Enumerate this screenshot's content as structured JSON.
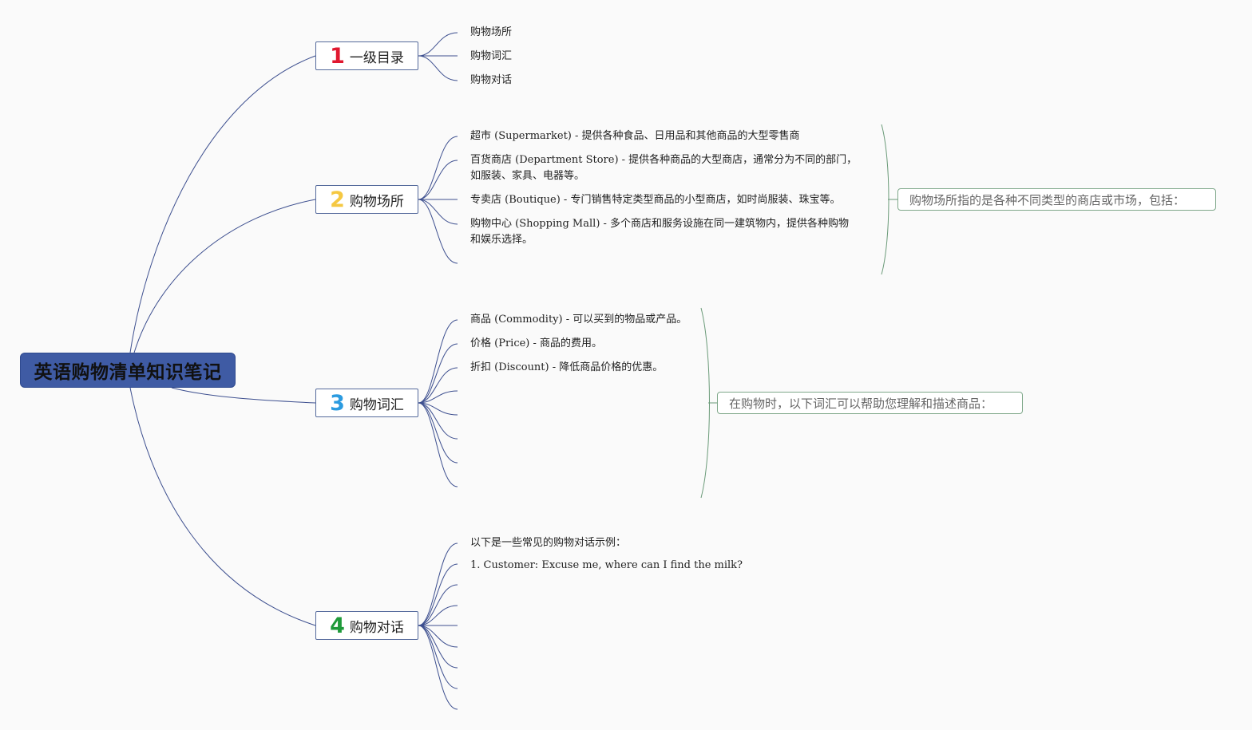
{
  "root": {
    "title": "英语购物清单知识笔记"
  },
  "colors": {
    "root_fill": "#3f5ba4",
    "wire": "#3d4f8f",
    "note_wire": "#6a9a78",
    "num1": "#e0182f",
    "num2": "#f5c842",
    "num3": "#2b9be0",
    "num4": "#1f9a3a"
  },
  "branches": [
    {
      "number": "1",
      "label": "一级目录",
      "leaves": [
        "购物场所",
        "购物词汇",
        "购物对话"
      ],
      "note": ""
    },
    {
      "number": "2",
      "label": "购物场所",
      "leaves": [
        "超市 (Supermarket) - 提供各种食品、日用品和其他商品的大型零售商",
        "百货商店 (Department Store) - 提供各种商品的大型商店，通常分为不同的部门，",
        "如服装、家具、电器等。",
        "专卖店 (Boutique) - 专门销售特定类型商品的小型商店，如时尚服装、珠宝等。",
        "购物中心 (Shopping Mall) - 多个商店和服务设施在同一建筑物内，提供各种购物",
        "和娱乐选择。"
      ],
      "note": "购物场所指的是各种不同类型的商店或市场，包括："
    },
    {
      "number": "3",
      "label": "购物词汇",
      "leaves": [
        "商品 (Commodity) - 可以买到的物品或产品。",
        "价格 (Price) - 商品的费用。",
        "折扣 (Discount) - 降低商品价格的优惠。"
      ],
      "note": "在购物时，以下词汇可以帮助您理解和描述商品："
    },
    {
      "number": "4",
      "label": "购物对话",
      "leaves": [
        "以下是一些常见的购物对话示例：",
        "1. Customer: Excuse me, where can I find the milk?"
      ],
      "note": ""
    }
  ]
}
